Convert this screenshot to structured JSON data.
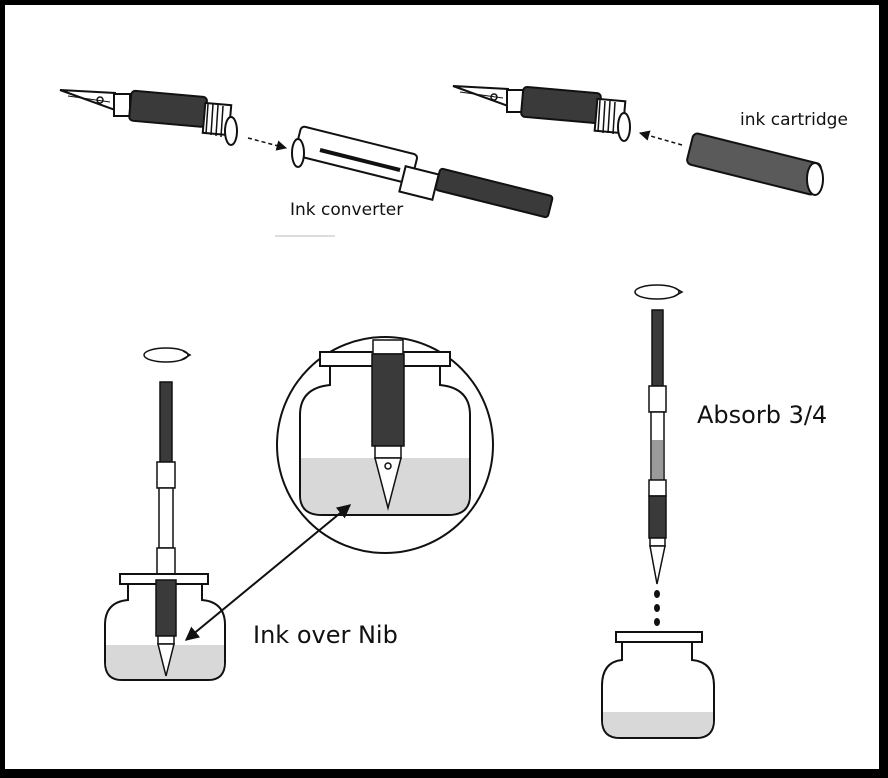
{
  "labels": {
    "ink_cartridge": "ink cartridge",
    "ink_converter": "Ink converter",
    "absorb": "Absorb 3/4",
    "ink_over_nib": "Ink over Nib"
  },
  "colors": {
    "ink": "#d8d8d8",
    "pen_dark": "#3a3a3a",
    "outline": "#111111"
  },
  "icons": [
    "rotate-arrow-icon",
    "rotate-arrow-icon",
    "arrow-icon",
    "arrow-icon",
    "arrow-icon"
  ]
}
